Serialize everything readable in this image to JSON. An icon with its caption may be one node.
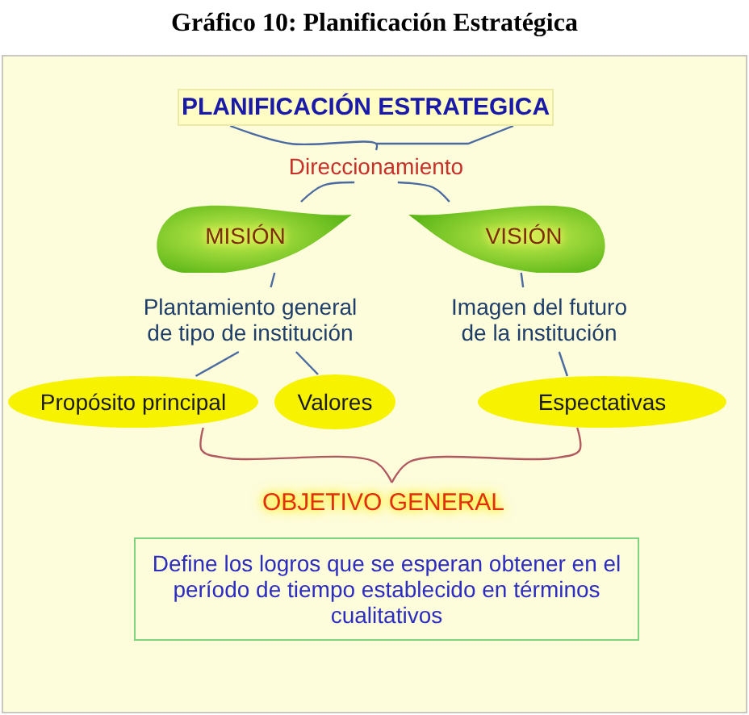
{
  "diagram": {
    "title": "Gráfico 10: Planificación Estratégica",
    "nodes": [
      {
        "text": [
          "PLANIFICACIÓN ESTRATEGICA"
        ]
      },
      {
        "text": [
          "Direccionamiento"
        ]
      },
      {
        "text": [
          "MISIÓN"
        ]
      },
      {
        "text": [
          "VISIÓN"
        ]
      },
      {
        "text": [
          "Plantamiento general de tipo de institución"
        ]
      },
      {
        "text": [
          "Imagen del futuro de la institución"
        ]
      },
      {
        "text": [
          "Propósito principal"
        ]
      },
      {
        "text": [
          "Valores"
        ]
      },
      {
        "text": [
          "Espectativas"
        ]
      },
      {
        "text": [
          "OBJETIVO GENERAL"
        ]
      },
      {
        "text": [
          "Define los logros que se esperan obtener en el período de tiempo establecido en términos cualitativos"
        ]
      }
    ],
    "edges": [
      {
        "from": 0,
        "to": 1,
        "arrow": "none"
      },
      {
        "from": 1,
        "to": 2,
        "arrow": "none"
      },
      {
        "from": 1,
        "to": 3,
        "arrow": "none"
      },
      {
        "from": 2,
        "to": 4,
        "arrow": "none"
      },
      {
        "from": 3,
        "to": 5,
        "arrow": "none"
      },
      {
        "from": 4,
        "to": 6,
        "arrow": "none"
      },
      {
        "from": 4,
        "to": 7,
        "arrow": "none"
      },
      {
        "from": 5,
        "to": 8,
        "arrow": "none"
      },
      {
        "from": 6,
        "to": 9,
        "arrow": "none",
        "color": "#b05a60"
      },
      {
        "from": 8,
        "to": 9,
        "arrow": "none",
        "color": "#b05a60"
      }
    ]
  }
}
